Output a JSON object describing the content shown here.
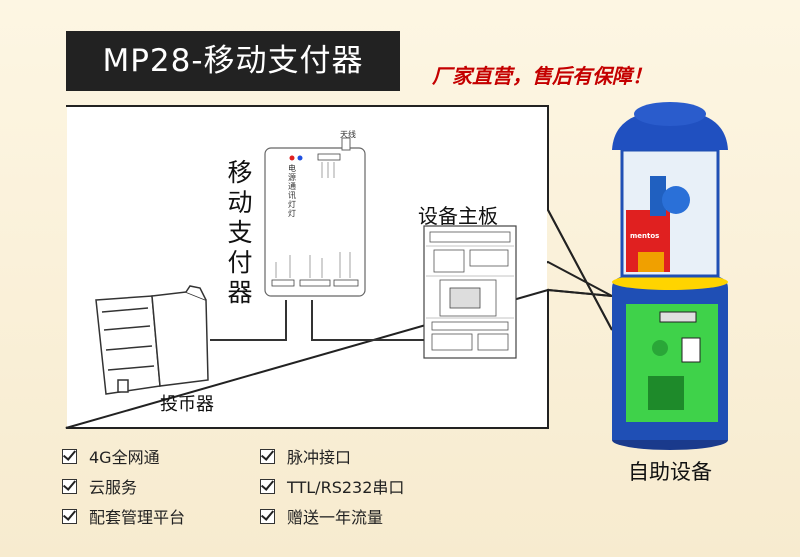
{
  "title": "MP28-移动支付器",
  "slogan": "厂家直营，售后有保障！",
  "module": {
    "title": "移动支付器",
    "antenna_label": "天线",
    "indicator_label": "电源 通讯 灯灯"
  },
  "board": {
    "title": "设备主板"
  },
  "coin_acceptor": {
    "label": "投币器"
  },
  "machine": {
    "label": "自助设备",
    "brand": "mentos"
  },
  "features": [
    "4G全网通",
    "云服务",
    "配套管理平台",
    "脉冲接口",
    "TTL/RS232串口",
    "赠送一年流量"
  ],
  "colors": {
    "title_bg": "#222222",
    "slogan": "#c40000",
    "machine_blue": "#1f4fb5",
    "machine_green": "#3fd24a"
  }
}
